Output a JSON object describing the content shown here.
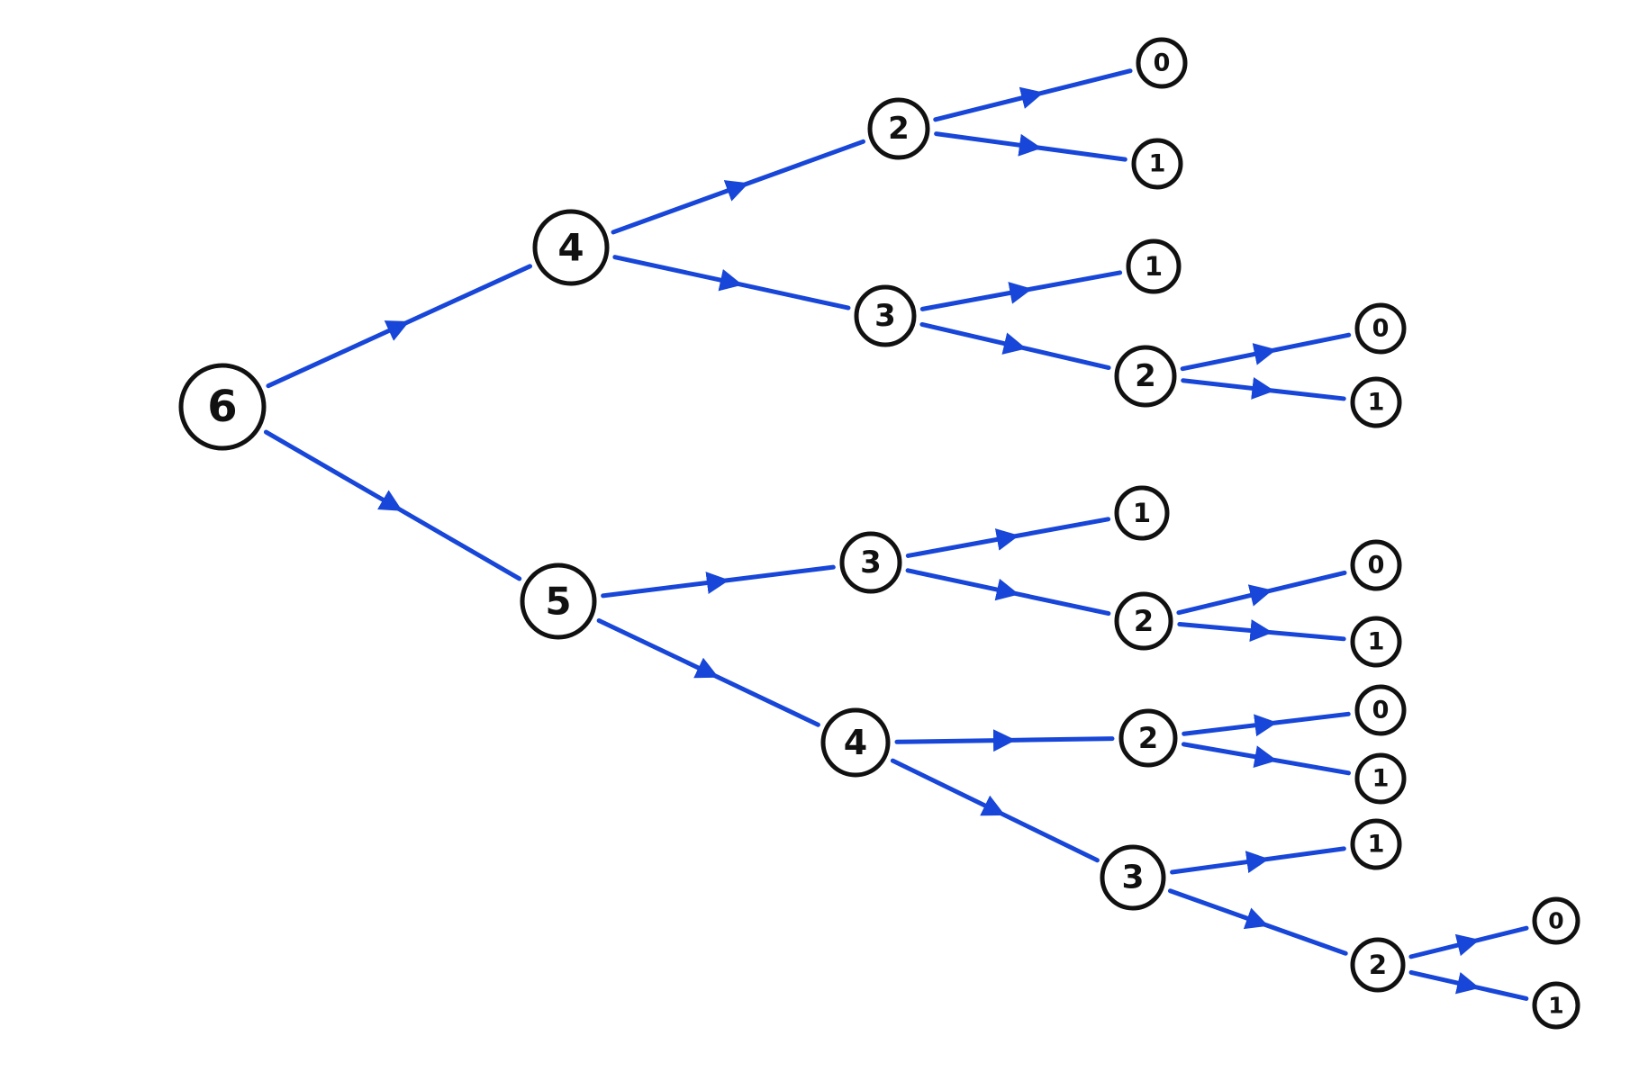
{
  "diagram": {
    "edge_color": "#1746d8",
    "node_stroke_color": "#111111",
    "nodes": [
      {
        "id": "n6",
        "label": "6",
        "level": 0
      },
      {
        "id": "n4a",
        "label": "4",
        "level": 1
      },
      {
        "id": "n5",
        "label": "5",
        "level": 1
      },
      {
        "id": "n2a",
        "label": "2",
        "level": 2
      },
      {
        "id": "n3a",
        "label": "3",
        "level": 2
      },
      {
        "id": "n3b",
        "label": "3",
        "level": 2
      },
      {
        "id": "n4b",
        "label": "4",
        "level": 2
      },
      {
        "id": "n0a",
        "label": "0",
        "level": 3
      },
      {
        "id": "n1a",
        "label": "1",
        "level": 3
      },
      {
        "id": "n1b",
        "label": "1",
        "level": 3
      },
      {
        "id": "n2b",
        "label": "2",
        "level": 3
      },
      {
        "id": "n1c",
        "label": "1",
        "level": 3
      },
      {
        "id": "n2c",
        "label": "2",
        "level": 3
      },
      {
        "id": "n2d",
        "label": "2",
        "level": 3
      },
      {
        "id": "n3c",
        "label": "3",
        "level": 3
      },
      {
        "id": "n0b",
        "label": "0",
        "level": 4
      },
      {
        "id": "n1d",
        "label": "1",
        "level": 4
      },
      {
        "id": "n0c",
        "label": "0",
        "level": 4
      },
      {
        "id": "n1e",
        "label": "1",
        "level": 4
      },
      {
        "id": "n0d",
        "label": "0",
        "level": 4
      },
      {
        "id": "n1f",
        "label": "1",
        "level": 4
      },
      {
        "id": "n1g",
        "label": "1",
        "level": 4
      },
      {
        "id": "n2e",
        "label": "2",
        "level": 4
      },
      {
        "id": "n0e",
        "label": "0",
        "level": 5
      },
      {
        "id": "n1h",
        "label": "1",
        "level": 5
      }
    ],
    "edges": [
      {
        "from": "n6",
        "to": "n4a"
      },
      {
        "from": "n6",
        "to": "n5"
      },
      {
        "from": "n4a",
        "to": "n2a"
      },
      {
        "from": "n4a",
        "to": "n3a"
      },
      {
        "from": "n2a",
        "to": "n0a"
      },
      {
        "from": "n2a",
        "to": "n1a"
      },
      {
        "from": "n3a",
        "to": "n1b"
      },
      {
        "from": "n3a",
        "to": "n2b"
      },
      {
        "from": "n2b",
        "to": "n0b"
      },
      {
        "from": "n2b",
        "to": "n1d"
      },
      {
        "from": "n5",
        "to": "n3b"
      },
      {
        "from": "n5",
        "to": "n4b"
      },
      {
        "from": "n3b",
        "to": "n1c"
      },
      {
        "from": "n3b",
        "to": "n2c"
      },
      {
        "from": "n2c",
        "to": "n0c"
      },
      {
        "from": "n2c",
        "to": "n1e"
      },
      {
        "from": "n4b",
        "to": "n2d"
      },
      {
        "from": "n4b",
        "to": "n3c"
      },
      {
        "from": "n2d",
        "to": "n0d"
      },
      {
        "from": "n2d",
        "to": "n1f"
      },
      {
        "from": "n3c",
        "to": "n1g"
      },
      {
        "from": "n3c",
        "to": "n2e"
      },
      {
        "from": "n2e",
        "to": "n0e"
      },
      {
        "from": "n2e",
        "to": "n1h"
      }
    ]
  }
}
